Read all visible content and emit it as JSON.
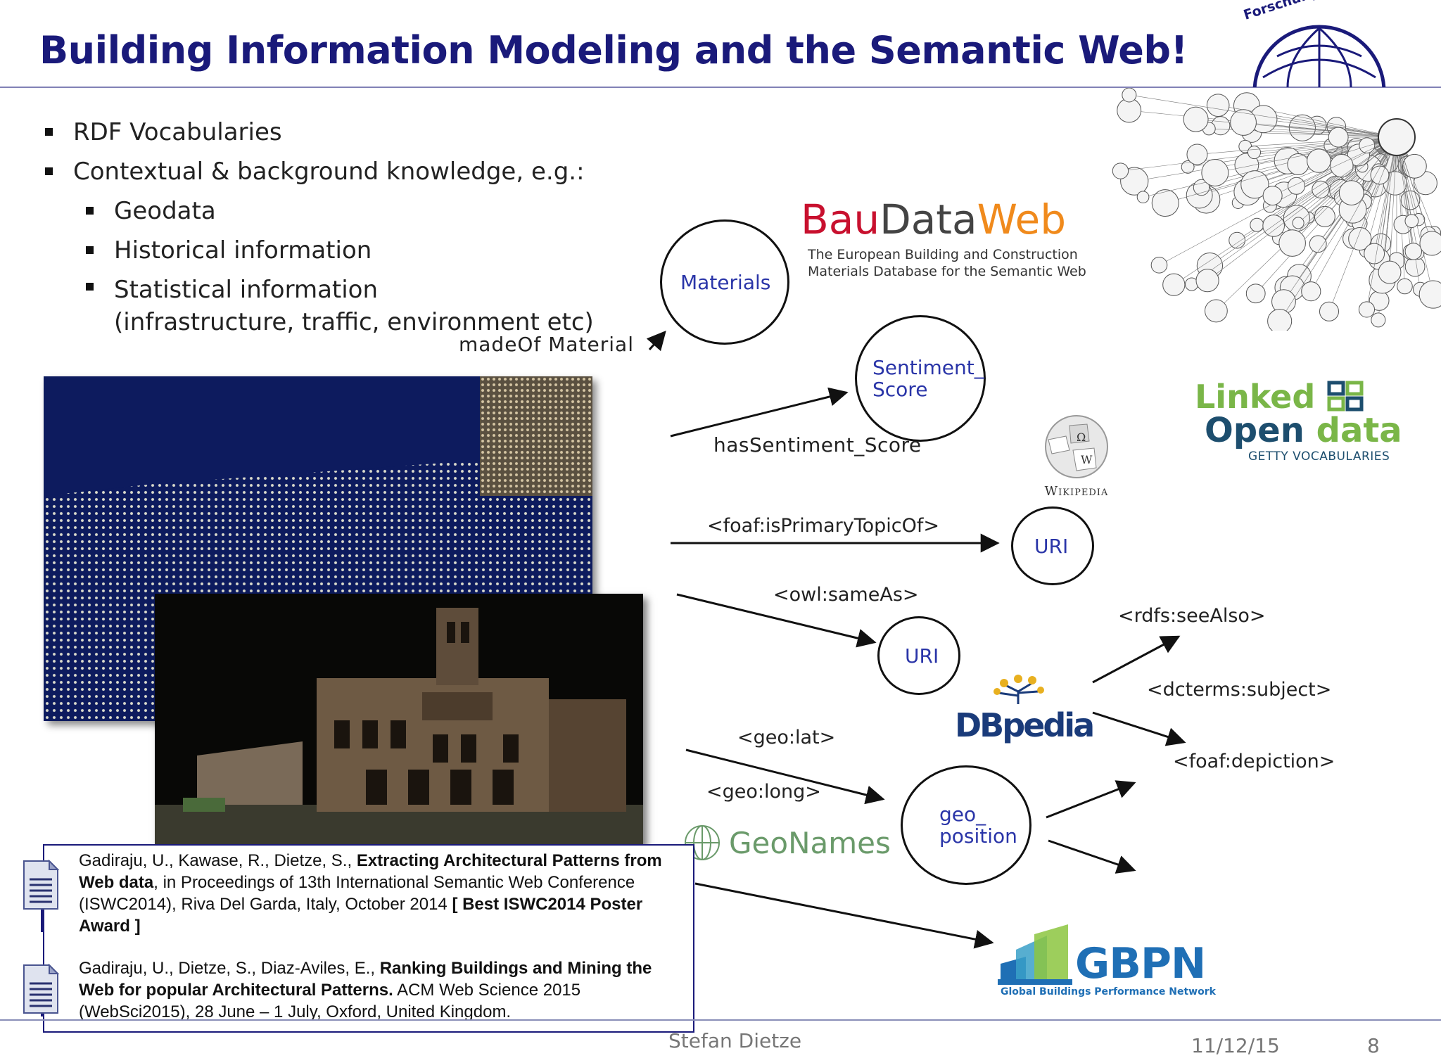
{
  "slide": {
    "title": "Building Information Modeling and the Semantic Web!",
    "logo_text": "Forschungszentrum · Resea"
  },
  "bullets": {
    "level1": [
      "RDF Vocabularies",
      "Contextual & background knowledge, e.g.:"
    ],
    "level2": [
      "Geodata",
      "Historical information",
      "Statistical information"
    ],
    "level2_cont": "(infrastructure, traffic, environment etc)"
  },
  "diagram": {
    "nodes": {
      "materials": "Materials",
      "sentiment_1": "Sentiment_",
      "sentiment_2": "Score",
      "uri_1": "URI",
      "uri_2": "URI",
      "geo_1": "geo_",
      "geo_2": "position"
    },
    "edges": {
      "made_of": "madeOf Material",
      "has_sentiment": "hasSentiment_Score",
      "primary_topic": "<foaf:isPrimaryTopicOf>",
      "same_as": "<owl:sameAs>",
      "see_also": "<rdfs:seeAlso>",
      "subject": "<dcterms:subject>",
      "depiction": "<foaf:depiction>",
      "geo_lat": "<geo:lat>",
      "geo_long": "<geo:long>"
    }
  },
  "logos": {
    "baudataweb": {
      "bau": "Bau",
      "data": "Data",
      "web": "Web",
      "line1": "The European Building and Construction",
      "line2": "Materials Database for the Semantic Web"
    },
    "wikipedia": "Wikipedia",
    "lod": {
      "linked": "Linked",
      "open": "Open",
      "data": "data",
      "sub": "GETTY VOCABULARIES"
    },
    "dbpedia": "DBpedia",
    "geonames": "GeoNames",
    "gbpn": {
      "name": "GBPN",
      "sub": "Global Buildings Performance Network"
    }
  },
  "references": [
    {
      "authors": "Gadiraju, U., Kawase, R., Dietze, S., ",
      "title_bold": "Extracting Architectural Patterns from Web data",
      "venue": ", in Proceedings of 13th International Semantic Web Conference (ISWC2014), Riva Del Garda, Italy, October 2014  ",
      "award": "[ Best ISWC2014 Poster Award ]"
    },
    {
      "authors": "Gadiraju, U., Dietze, S., Diaz-Aviles, E., ",
      "title_bold": "Ranking Buildings and Mining the Web for popular Architectural Patterns.",
      "venue": " ACM Web Science 2015 (WebSci2015), 28 June – 1 July, Oxford, United Kingdom."
    }
  ],
  "footer": {
    "author": "Stefan Dietze",
    "date": "11/12/15",
    "page": "8"
  },
  "colors": {
    "title": "#1a1a7a",
    "node_text": "#2a35a8",
    "bau_red": "#c8102e",
    "web_orange": "#f08a1c",
    "lod_green": "#7ab648",
    "gbpn_blue": "#1f6fb5"
  }
}
